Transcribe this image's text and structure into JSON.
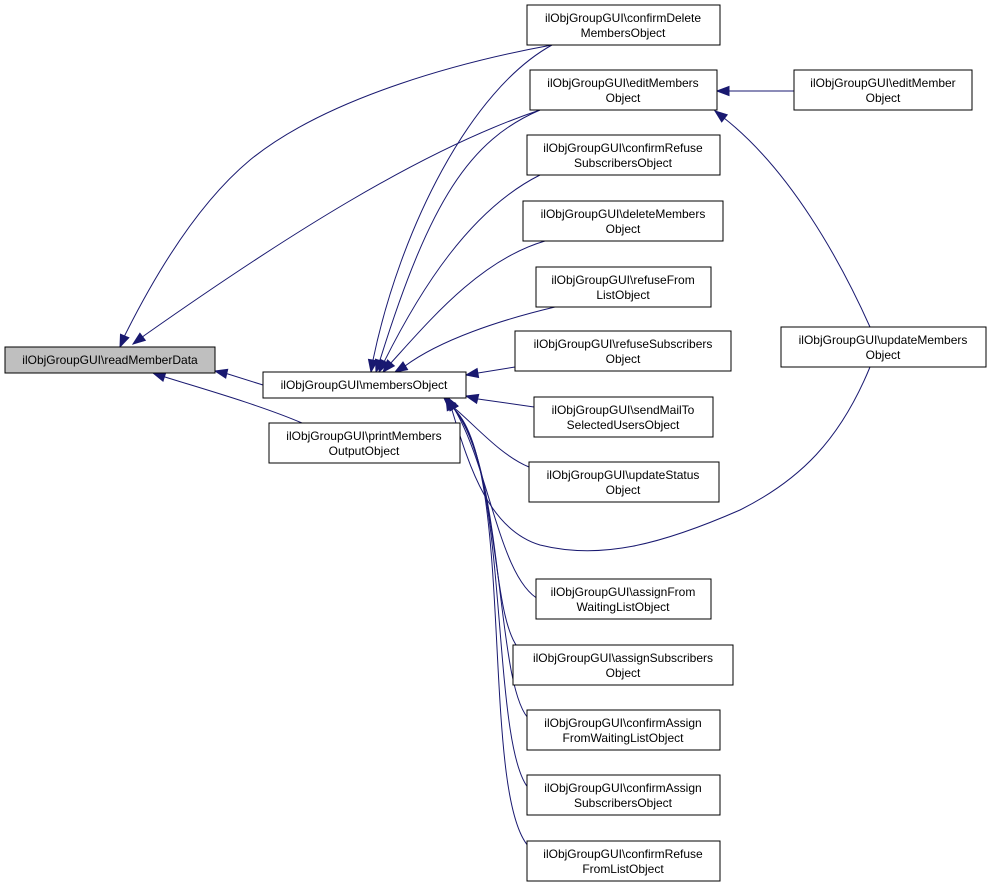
{
  "colors": {
    "edge": "#191970",
    "root_fill": "#bfbfbf",
    "node_fill": "#ffffff",
    "node_border": "#000000"
  },
  "nodes": {
    "readMemberData": {
      "lines": [
        "ilObjGroupGUI\\readMemberData"
      ]
    },
    "membersObject": {
      "lines": [
        "ilObjGroupGUI\\membersObject"
      ]
    },
    "printMembersOutputObject": {
      "lines": [
        "ilObjGroupGUI\\printMembers",
        "OutputObject"
      ]
    },
    "confirmDeleteMembersObject": {
      "lines": [
        "ilObjGroupGUI\\confirmDelete",
        "MembersObject"
      ]
    },
    "editMembersObject": {
      "lines": [
        "ilObjGroupGUI\\editMembers",
        "Object"
      ]
    },
    "editMemberObject": {
      "lines": [
        "ilObjGroupGUI\\editMember",
        "Object"
      ]
    },
    "confirmRefuseSubscribersObject": {
      "lines": [
        "ilObjGroupGUI\\confirmRefuse",
        "SubscribersObject"
      ]
    },
    "deleteMembersObject": {
      "lines": [
        "ilObjGroupGUI\\deleteMembers",
        "Object"
      ]
    },
    "refuseFromListObject": {
      "lines": [
        "ilObjGroupGUI\\refuseFrom",
        "ListObject"
      ]
    },
    "refuseSubscribersObject": {
      "lines": [
        "ilObjGroupGUI\\refuseSubscribers",
        "Object"
      ]
    },
    "updateMembersObject": {
      "lines": [
        "ilObjGroupGUI\\updateMembers",
        "Object"
      ]
    },
    "sendMailToSelectedUsersObject": {
      "lines": [
        "ilObjGroupGUI\\sendMailTo",
        "SelectedUsersObject"
      ]
    },
    "updateStatusObject": {
      "lines": [
        "ilObjGroupGUI\\updateStatus",
        "Object"
      ]
    },
    "assignFromWaitingListObject": {
      "lines": [
        "ilObjGroupGUI\\assignFrom",
        "WaitingListObject"
      ]
    },
    "assignSubscribersObject": {
      "lines": [
        "ilObjGroupGUI\\assignSubscribers",
        "Object"
      ]
    },
    "confirmAssignFromWaitingListObject": {
      "lines": [
        "ilObjGroupGUI\\confirmAssign",
        "FromWaitingListObject"
      ]
    },
    "confirmAssignSubscribersObject": {
      "lines": [
        "ilObjGroupGUI\\confirmAssign",
        "SubscribersObject"
      ]
    },
    "confirmRefuseFromListObject": {
      "lines": [
        "ilObjGroupGUI\\confirmRefuse",
        "FromListObject"
      ]
    }
  },
  "edges": [
    {
      "from": "membersObject",
      "to": "readMemberData"
    },
    {
      "from": "printMembersOutputObject",
      "to": "readMemberData"
    },
    {
      "from": "confirmDeleteMembersObject",
      "to": "readMemberData"
    },
    {
      "from": "editMembersObject",
      "to": "readMemberData"
    },
    {
      "from": "confirmDeleteMembersObject",
      "to": "membersObject"
    },
    {
      "from": "editMembersObject",
      "to": "membersObject"
    },
    {
      "from": "confirmRefuseSubscribersObject",
      "to": "membersObject"
    },
    {
      "from": "deleteMembersObject",
      "to": "membersObject"
    },
    {
      "from": "refuseFromListObject",
      "to": "membersObject"
    },
    {
      "from": "refuseSubscribersObject",
      "to": "membersObject"
    },
    {
      "from": "sendMailToSelectedUsersObject",
      "to": "membersObject"
    },
    {
      "from": "updateStatusObject",
      "to": "membersObject"
    },
    {
      "from": "updateMembersObject",
      "to": "membersObject"
    },
    {
      "from": "assignFromWaitingListObject",
      "to": "membersObject"
    },
    {
      "from": "assignSubscribersObject",
      "to": "membersObject"
    },
    {
      "from": "confirmAssignFromWaitingListObject",
      "to": "membersObject"
    },
    {
      "from": "confirmAssignSubscribersObject",
      "to": "membersObject"
    },
    {
      "from": "confirmRefuseFromListObject",
      "to": "membersObject"
    },
    {
      "from": "editMemberObject",
      "to": "editMembersObject"
    },
    {
      "from": "updateMembersObject",
      "to": "editMembersObject"
    }
  ]
}
